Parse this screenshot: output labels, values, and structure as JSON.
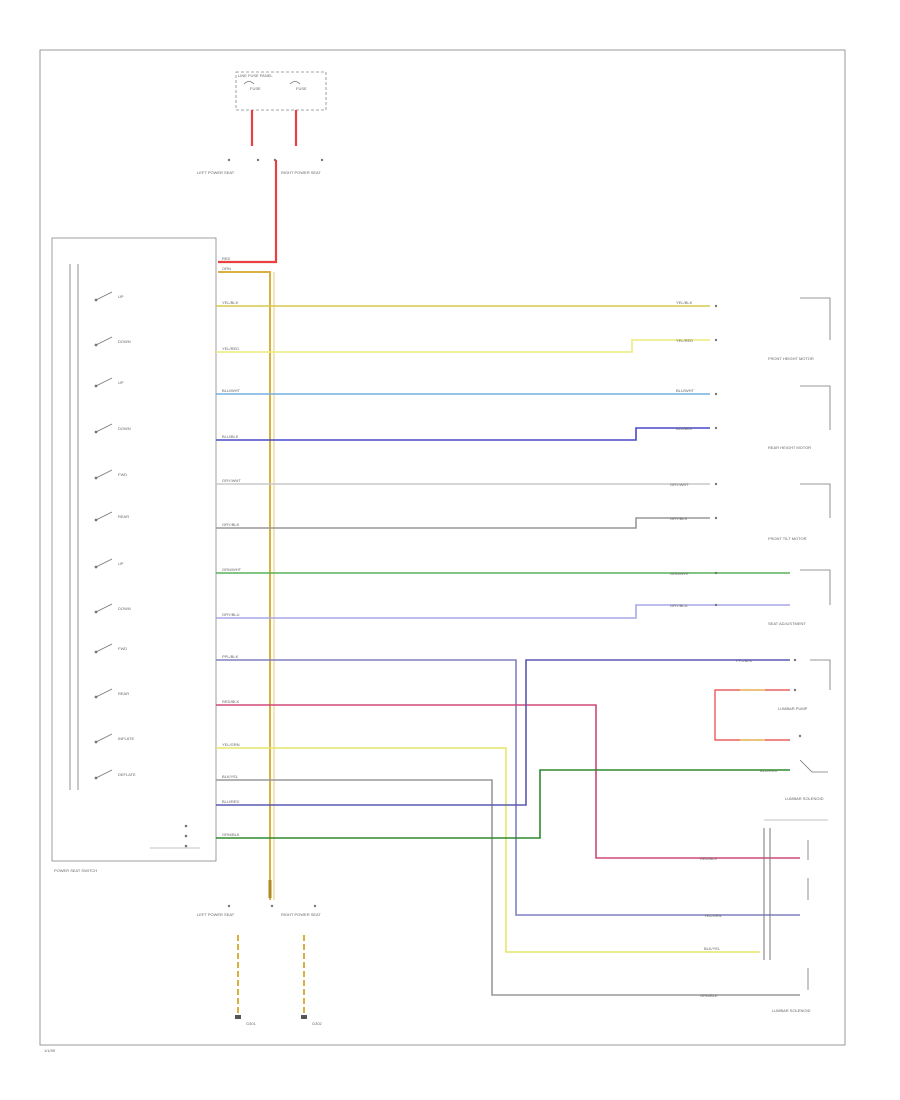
{
  "labels": {
    "fuse_box": "LINE FUSE PANEL",
    "fuse_a": "FUSE",
    "fuse_b": "FUSE",
    "left_bus_top": "LEFT POWER SEAT",
    "right_bus_top": "RIGHT POWER SEAT",
    "switch_title": "POWER SEAT SWITCH",
    "motor_1": "FRONT HEIGHT MOTOR",
    "motor_2": "REAR HEIGHT MOTOR",
    "motor_3": "FRONT TILT MOTOR",
    "motor_4": "SEAT ADJUSTMENT",
    "lumbar_pump": "LUMBAR PUMP",
    "lumbar_valve": "LUMBAR SOLENOID",
    "lumbar_solenoid": "LUMBAR SOLENOID",
    "left_bus_bottom": "LEFT POWER SEAT",
    "right_bus_bottom": "RIGHT POWER SEAT",
    "ground_left": "G301",
    "ground_right": "G302",
    "footer": "1/1/99"
  },
  "switch_items": [
    "UP",
    "DOWN",
    "UP",
    "DOWN",
    "FWD",
    "REAR",
    "UP",
    "DOWN",
    "FWD",
    "REAR",
    "INFLATE",
    "DEFLATE"
  ],
  "wires": [
    {
      "label": "YEL/BLK",
      "color": "#d6c84a"
    },
    {
      "label": "YEL/RED",
      "color": "#ecec7a"
    },
    {
      "label": "BLU/WHT",
      "color": "#70b0e0"
    },
    {
      "label": "BLU/BLK",
      "color": "#4848c8"
    },
    {
      "label": "GRY/WHT",
      "color": "#c8c8c8"
    },
    {
      "label": "GRY/BLK",
      "color": "#999999"
    },
    {
      "label": "GRN/WHT",
      "color": "#58b058"
    },
    {
      "label": "GRY/BLU",
      "color": "#a8a8e8"
    },
    {
      "label": "PPL/BLK",
      "color": "#8080c0"
    },
    {
      "label": "RED/BLK",
      "color": "#d04878"
    },
    {
      "label": "YEL/GRN",
      "color": "#e6e66a"
    },
    {
      "label": "BLK/YEL",
      "color": "#999999"
    },
    {
      "label": "BLU/RED",
      "color": "#5858b0"
    },
    {
      "label": "GRN/BLK",
      "color": "#2e8a2e"
    }
  ],
  "power": {
    "red_wire": {
      "label": "RED",
      "color": "#e84040"
    },
    "feed_wire": {
      "label": "ORN",
      "color": "#d8b040"
    }
  }
}
